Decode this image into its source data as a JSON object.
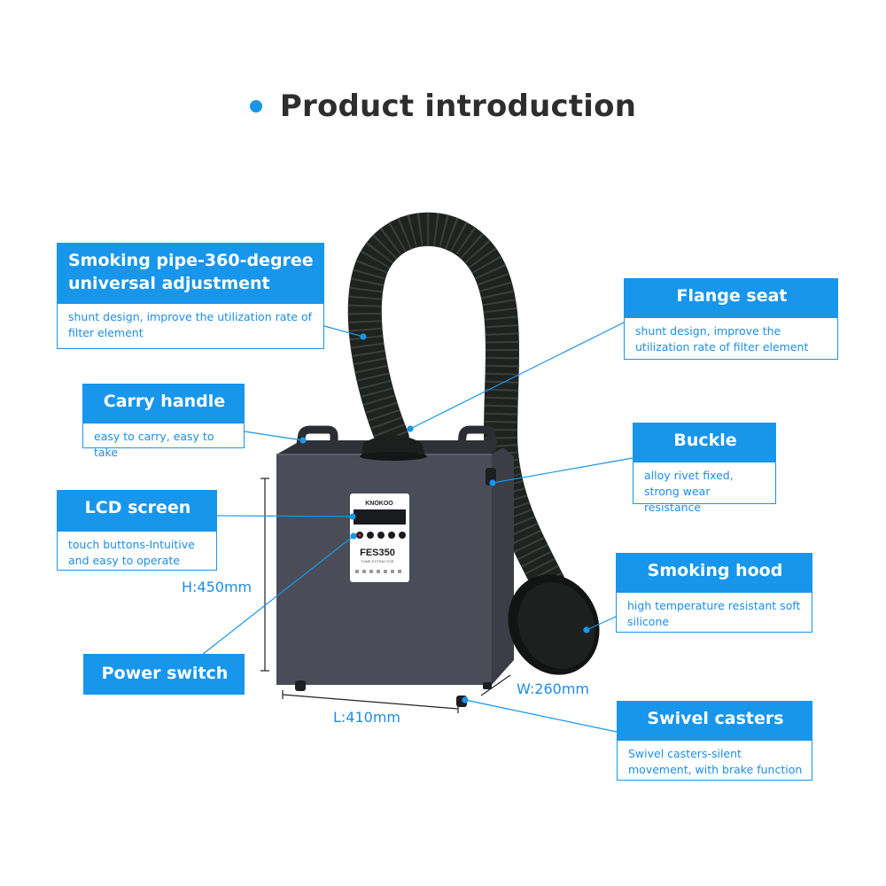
{
  "title": "Product introduction",
  "colors": {
    "accent": "#1796ec",
    "title_text": "#2e2e2e",
    "description_text": "#1c8de6",
    "device_body": "#4a4d58",
    "hose": "#1f2320"
  },
  "callouts": {
    "smoking_pipe": {
      "heading_line1": "Smoking pipe-360-degree",
      "heading_line2": "universal adjustment",
      "description": "shunt design, improve the utilization rate of filter element"
    },
    "carry_handle": {
      "heading": "Carry handle",
      "description": "easy to carry, easy to take"
    },
    "lcd_screen": {
      "heading": "LCD screen",
      "description": "touch buttons-Intuitive and easy to operate"
    },
    "power_switch": {
      "heading": "Power switch"
    },
    "flange_seat": {
      "heading": "Flange seat",
      "description": "shunt design, improve the utilization rate of filter element"
    },
    "buckle": {
      "heading": "Buckle",
      "description": "alloy rivet fixed, strong wear resistance"
    },
    "smoking_hood": {
      "heading": "Smoking hood",
      "description": "high temperature resistant soft silicone"
    },
    "swivel_casters": {
      "heading": "Swivel casters",
      "description": "Swivel casters-silent movement, with brake function"
    }
  },
  "dimensions": {
    "height": "H:450mm",
    "length": "L:410mm",
    "width": "W:260mm"
  },
  "device": {
    "brand": "KNOKOO",
    "model": "FES350",
    "subtitle": "FUME EXTRACTOR"
  }
}
